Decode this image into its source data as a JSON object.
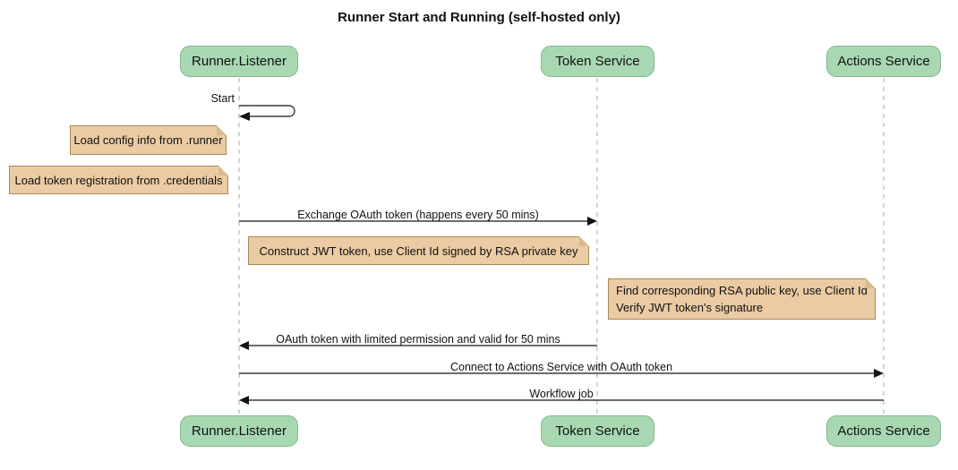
{
  "title": "Runner Start and Running (self-hosted only)",
  "participants": [
    {
      "name": "Runner.Listener"
    },
    {
      "name": "Token Service"
    },
    {
      "name": "Actions Service"
    }
  ],
  "messages": {
    "self_start": "Start",
    "exchange_oauth": "Exchange OAuth token (happens every 50 mins)",
    "oauth_return": "OAuth token with limited permission and valid for 50 mins",
    "connect_actions": "Connect to Actions Service with OAuth token",
    "workflow_job": "Workflow job"
  },
  "notes": {
    "load_config": "Load config info from .runner",
    "load_token_registration": "Load token registration from .credentials",
    "construct_jwt": "Construct JWT token, use Client Id signed by RSA private key",
    "find_rsa_line1": "Find corresponding RSA public key, use Client Id",
    "find_rsa_line2": "Verify JWT token's signature"
  },
  "colors": {
    "participant_fill": "#A8D8B2",
    "participant_border": "#86B591",
    "note_fill": "#EACBA3",
    "note_border": "#A88856",
    "lifeline": "#A9A9A9",
    "arrow": "#141414"
  }
}
